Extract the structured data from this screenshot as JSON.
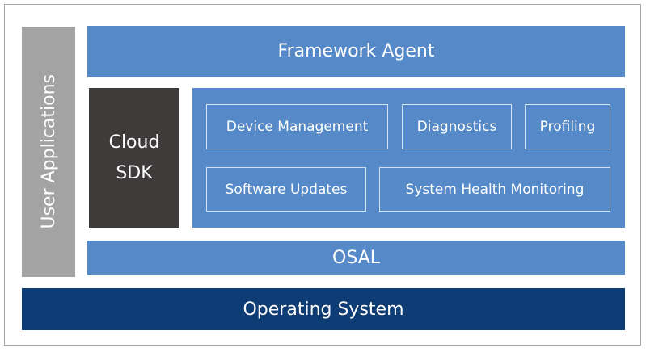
{
  "diagram": {
    "title": "Software architecture stack",
    "user_applications": {
      "label": "User Applications"
    },
    "framework_agent": {
      "label": "Framework Agent"
    },
    "cloud_sdk": {
      "line1": "Cloud",
      "line2": "SDK"
    },
    "services": [
      {
        "label": "Device Management"
      },
      {
        "label": "Diagnostics"
      },
      {
        "label": "Profiling"
      },
      {
        "label": "Software Updates"
      },
      {
        "label": "System Health Monitoring"
      }
    ],
    "osal": {
      "label": "OSAL"
    },
    "operating_system": {
      "label": "Operating System"
    },
    "colors": {
      "layer_blue": "#5589c8",
      "user_apps_gray": "#a3a3a3",
      "cloud_sdk_dark": "#3f3b3b",
      "os_navy": "#0e3c74",
      "text": "#ffffff"
    }
  }
}
